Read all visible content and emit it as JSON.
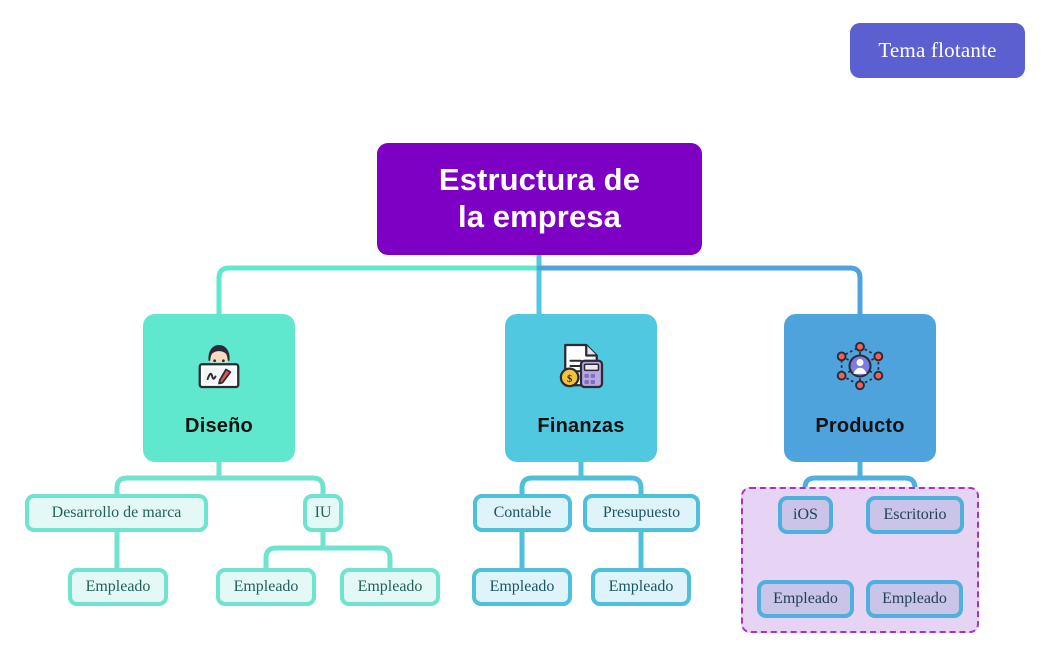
{
  "toolbar": {
    "theme_button_label": "Tema flotante"
  },
  "colors": {
    "root": "#7D00C4",
    "design": "#5FE8CE",
    "finance": "#4FC8E0",
    "product": "#4FA3DD",
    "group_outline": "#A332CE",
    "group_fill": "#E7D4F4",
    "theme_button": "#5B5FCF",
    "canvas": "#FFFFFF"
  },
  "chart": {
    "type": "org-chart",
    "root": {
      "label": "Estructura de la empresa",
      "line1": "Estructura de",
      "line2": "la empresa"
    },
    "departments": [
      {
        "label": "Diseño",
        "icon": "designer-whiteboard-icon",
        "color": "#5FE8CE",
        "children": [
          {
            "label": "Desarrollo de marca",
            "children": [
              {
                "label": "Empleado"
              }
            ]
          },
          {
            "label": "IU",
            "children": [
              {
                "label": "Empleado"
              },
              {
                "label": "Empleado"
              }
            ]
          }
        ]
      },
      {
        "label": "Finanzas",
        "icon": "invoice-calculator-icon",
        "color": "#4FC8E0",
        "children": [
          {
            "label": "Contable",
            "children": [
              {
                "label": "Empleado"
              }
            ]
          },
          {
            "label": "Presupuesto",
            "children": [
              {
                "label": "Empleado"
              }
            ]
          }
        ]
      },
      {
        "label": "Producto",
        "icon": "network-user-icon",
        "color": "#4FA3DD",
        "grouped": true,
        "children": [
          {
            "label": "iOS",
            "children": [
              {
                "label": "Empleado"
              }
            ]
          },
          {
            "label": "Escritorio",
            "children": [
              {
                "label": "Empleado"
              }
            ]
          }
        ]
      }
    ]
  },
  "nodes": {
    "brand": "Desarrollo de marca",
    "iu": "IU",
    "emp_a": "Empleado",
    "emp_b": "Empleado",
    "emp_c": "Empleado",
    "contable": "Contable",
    "presupuesto": "Presupuesto",
    "emp_d": "Empleado",
    "emp_e": "Empleado",
    "ios": "iOS",
    "escritorio": "Escritorio",
    "emp_f": "Empleado",
    "emp_g": "Empleado"
  }
}
